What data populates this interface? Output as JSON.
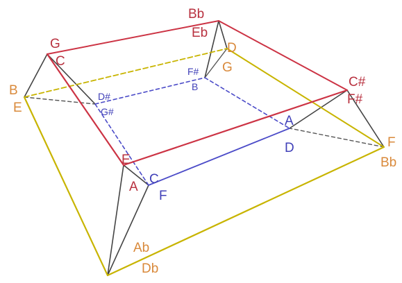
{
  "colors": {
    "red": "#cc3344",
    "yellow": "#c8b400",
    "blue": "#4b4bc8",
    "gray": "#333333",
    "red_label": "#b8313f",
    "orange_label": "#d9893a",
    "blue_label": "#4040b8"
  },
  "labels": {
    "outer_top_left_upper": "G",
    "outer_top_left_lower": "C",
    "outer_top_center_upper": "Bb",
    "outer_top_center_lower": "Eb",
    "outer_right_upper": "C#",
    "outer_right_lower": "F#",
    "outer_front_upper": "E",
    "outer_front_lower": "A",
    "yellow_left_upper": "B",
    "yellow_left_lower": "E",
    "yellow_back_upper": "D",
    "yellow_back_lower": "G",
    "yellow_right_upper": "F",
    "yellow_right_lower": "Bb",
    "yellow_bottom_upper": "Ab",
    "yellow_bottom_lower": "Db",
    "blue_left_upper": "D#",
    "blue_left_lower": "G#",
    "blue_back_upper": "F#",
    "blue_back_lower": "B",
    "blue_right_upper": "A",
    "blue_right_lower": "D",
    "blue_front_upper": "C",
    "blue_front_lower": "F"
  }
}
